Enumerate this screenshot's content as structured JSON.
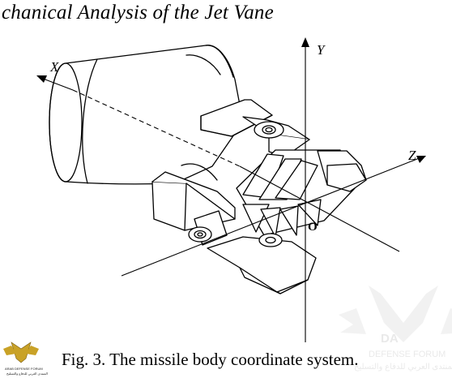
{
  "heading": "chanical Analysis of the Jet Vane",
  "caption": "Fig. 3.   The missile body coordinate system.",
  "axes": {
    "x": "X",
    "y": "Y",
    "z": "Z",
    "origin": "O"
  },
  "watermark": {
    "big": "DA",
    "line1": "DEFENSE FORUM",
    "line2": "المنتدى العربي للدفاع والتسليح"
  },
  "logo": {
    "line1": "ARAB DEFENSE FORUM",
    "line2": "المنتدى العربي للدفاع والتسليح"
  }
}
